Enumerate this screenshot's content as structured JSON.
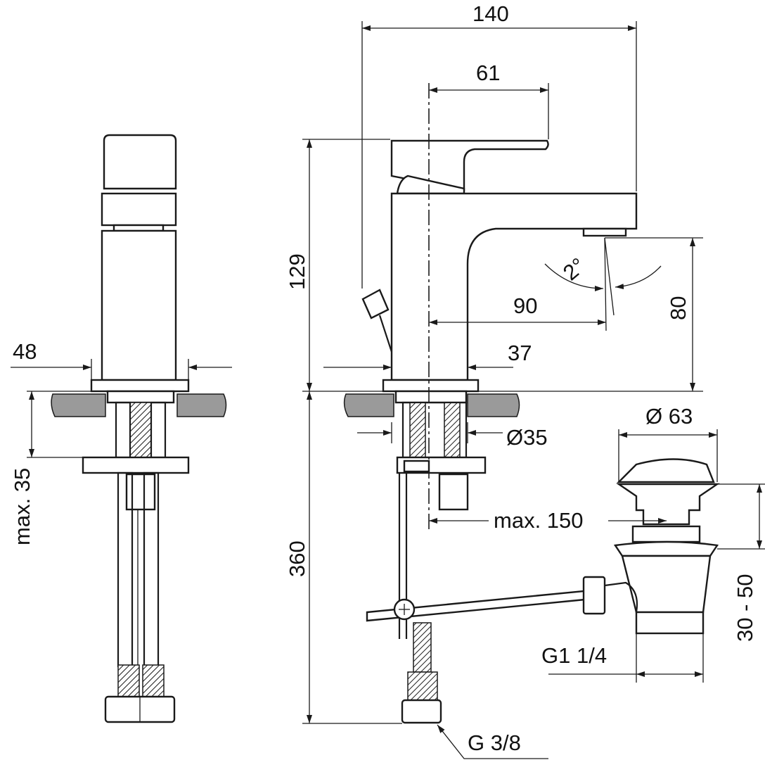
{
  "drawing": {
    "dimensions": {
      "overall_width": "140",
      "lever_reach": "61",
      "height": "129",
      "spout_height": "80",
      "spout_reach": "90",
      "body_depth": "37",
      "body_width": "48",
      "angle": "2°",
      "max_thickness": "max. 35",
      "hose_length": "360",
      "hole_diameter": "Ø35",
      "waste_diameter": "Ø 63",
      "max_distance": "max. 150",
      "waste_range": "30 - 50",
      "waste_thread": "G1 1/4",
      "supply_thread": "G 3/8"
    },
    "colors": {
      "line": "#1a1a1a",
      "countertop": "#9a9a9a"
    }
  }
}
